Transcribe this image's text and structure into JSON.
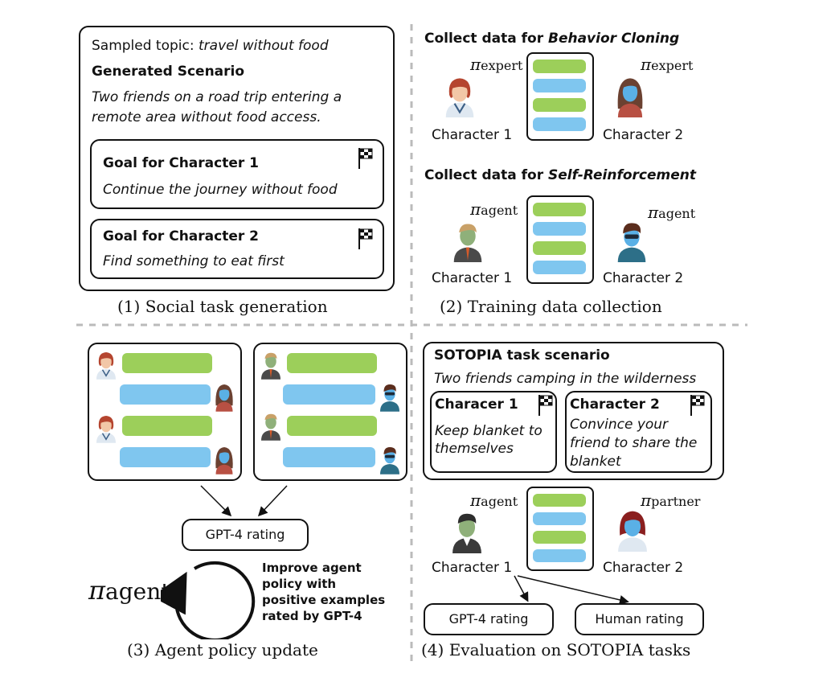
{
  "panel1": {
    "topic_prefix": "Sampled topic: ",
    "topic_value": "travel without food",
    "scenario_title": "Generated Scenario",
    "scenario_line1": "Two friends on a road trip entering a",
    "scenario_line2": "remote area without food access.",
    "goal1_title": "Goal for Character 1",
    "goal1_text": "Continue the journey without food",
    "goal2_title": "Goal for Character 2",
    "goal2_text": "Find something to eat first",
    "caption": "(1) Social task generation"
  },
  "panel2": {
    "bc_prefix": "Collect data for ",
    "bc_value": "Behavior Cloning",
    "pi_expert": "expert",
    "sr_prefix": "Collect data for ",
    "sr_value": "Self-Reinforcement",
    "pi_agent": "agent",
    "character1": "Character 1",
    "character2": "Character 2",
    "caption": "(2) Training data collection"
  },
  "panel3": {
    "rating_label": "GPT-4 rating",
    "improve_line1": "Improve agent",
    "improve_line2": "policy with",
    "improve_line3": "positive examples",
    "improve_line4": "rated by GPT-4",
    "pi_agent": "agent",
    "caption": "(3) Agent policy update"
  },
  "panel4": {
    "scenario_title": "SOTOPIA task scenario",
    "scenario_text": "Two friends camping in the wilderness",
    "char1_title": "Characer 1",
    "char1_line1": "Keep blanket to",
    "char1_line2": "themselves",
    "char2_title": "Character 2",
    "char2_line1": "Convince your",
    "char2_line2": "friend to share the",
    "char2_line3": "blanket",
    "pi_agent": "agent",
    "pi_partner": "partner",
    "character1": "Character 1",
    "character2": "Character 2",
    "gpt4_rating": "GPT-4 rating",
    "human_rating": "Human rating",
    "caption": "(4) Evaluation on SOTOPIA tasks"
  },
  "pi_symbol": "π",
  "colors": {
    "bubble_green": "#9ccf5a",
    "bubble_blue": "#7fc6ef",
    "divider": "#bbbbbb"
  },
  "icons": [
    "avatar-woman-red-hair",
    "avatar-woman-brown-hair",
    "avatar-man-blond",
    "avatar-man-glasses",
    "avatar-man-dark",
    "avatar-woman-blue",
    "checkered-flag-icon"
  ]
}
